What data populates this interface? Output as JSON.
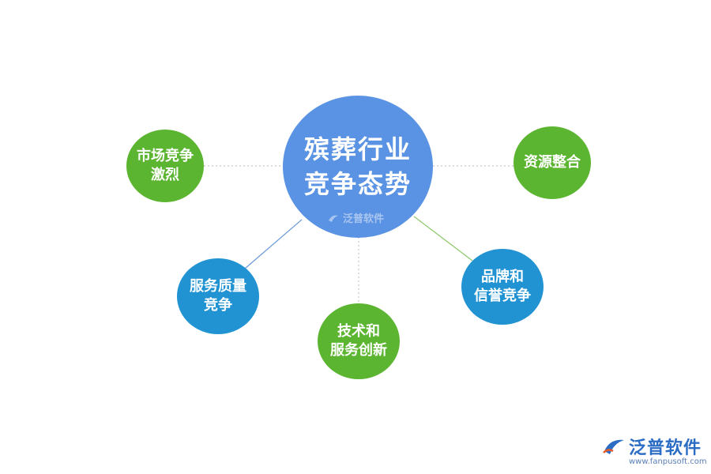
{
  "center": {
    "lines": [
      "殡葬行业",
      "竞争态势"
    ]
  },
  "nodes": {
    "market": {
      "lines": [
        "市场竞争",
        "激烈"
      ]
    },
    "resource": {
      "lines": [
        "资源整合"
      ]
    },
    "service": {
      "lines": [
        "服务质量",
        "竞争"
      ]
    },
    "tech": {
      "lines": [
        "技术和",
        "服务创新"
      ]
    },
    "brand": {
      "lines": [
        "品牌和",
        "信誉竞争"
      ]
    }
  },
  "watermark": {
    "text": "泛普软件"
  },
  "logo": {
    "text": "泛普软件",
    "url": "www.fanpusoft.com"
  },
  "colors": {
    "center": "#5b93e4",
    "green": "#5cb531",
    "blue": "#2193d3",
    "connector_dotted": "#c8c8c8",
    "connector_blue": "#6a9ad8",
    "connector_green": "#8cc86a",
    "logo": "#2b6cc4"
  },
  "icons": {
    "logo": "fanpu-logo-icon"
  }
}
